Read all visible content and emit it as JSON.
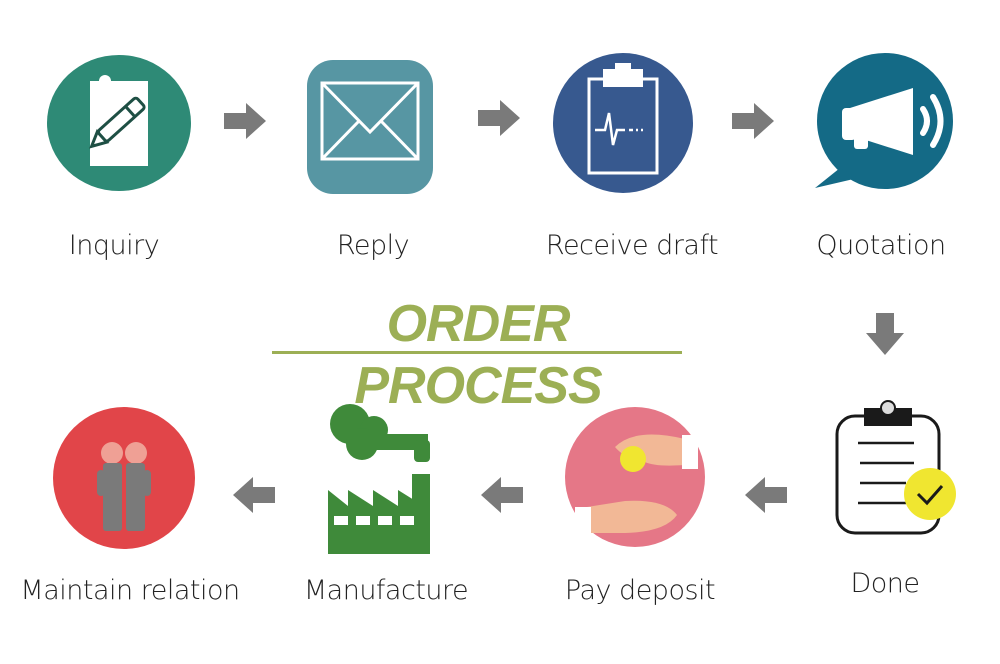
{
  "title": "ORDER PROCESS",
  "colors": {
    "title": "#9caf55",
    "arrow": "#7a7a7a",
    "inquiry": "#2e8a76",
    "reply": "#5796a3",
    "receive_draft": "#37598f",
    "quotation": "#146a86",
    "done_check": "#f0e630",
    "pay_deposit": "#e57787",
    "manufacture": "#3f8a3a",
    "maintain_relation": "#e14549"
  },
  "steps": [
    {
      "id": "inquiry",
      "label": "Inquiry",
      "icon": "clipboard-pencil-icon",
      "order": 1
    },
    {
      "id": "reply",
      "label": "Reply",
      "icon": "envelope-icon",
      "order": 2
    },
    {
      "id": "receive_draft",
      "label": "Receive draft",
      "icon": "clipboard-heartbeat-icon",
      "order": 3
    },
    {
      "id": "quotation",
      "label": "Quotation",
      "icon": "megaphone-speech-bubble-icon",
      "order": 4
    },
    {
      "id": "done",
      "label": "Done",
      "icon": "clipboard-checkmark-icon",
      "order": 5
    },
    {
      "id": "pay_deposit",
      "label": "Pay deposit",
      "icon": "hands-coin-icon",
      "order": 6
    },
    {
      "id": "manufacture",
      "label": "Manufacture",
      "icon": "factory-icon",
      "order": 7
    },
    {
      "id": "maintain_relation",
      "label": "Maintain relation",
      "icon": "two-people-icon",
      "order": 8
    }
  ],
  "arrows": [
    {
      "from": "inquiry",
      "to": "reply",
      "direction": "right"
    },
    {
      "from": "reply",
      "to": "receive_draft",
      "direction": "right"
    },
    {
      "from": "receive_draft",
      "to": "quotation",
      "direction": "right"
    },
    {
      "from": "quotation",
      "to": "done",
      "direction": "down"
    },
    {
      "from": "done",
      "to": "pay_deposit",
      "direction": "left"
    },
    {
      "from": "pay_deposit",
      "to": "manufacture",
      "direction": "left"
    },
    {
      "from": "manufacture",
      "to": "maintain_relation",
      "direction": "left"
    }
  ]
}
